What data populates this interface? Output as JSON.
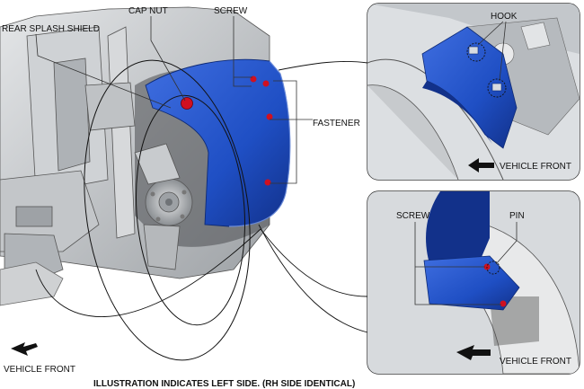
{
  "labels": {
    "rear_splash_shield": "REAR SPLASH SHIELD",
    "cap_nut": "CAP NUT",
    "screw_main": "SCREW",
    "fastener": "FASTENER",
    "hook": "HOOK",
    "vehicle_front_top_inset": "VEHICLE FRONT",
    "screw_inset": "SCREW",
    "pin": "PIN",
    "vehicle_front_bottom_inset": "VEHICLE FRONT",
    "vehicle_front_main": "VEHICLE FRONT",
    "caption": "ILLUSTRATION INDICATES LEFT SIDE. (RH SIDE IDENTICAL)"
  },
  "colors": {
    "shield_blue": "#1f4fc4",
    "shield_dark": "#12318a",
    "fastener_red": "#d01020",
    "chassis_gray": "#b9bcbf",
    "chassis_dark": "#6f7377"
  }
}
